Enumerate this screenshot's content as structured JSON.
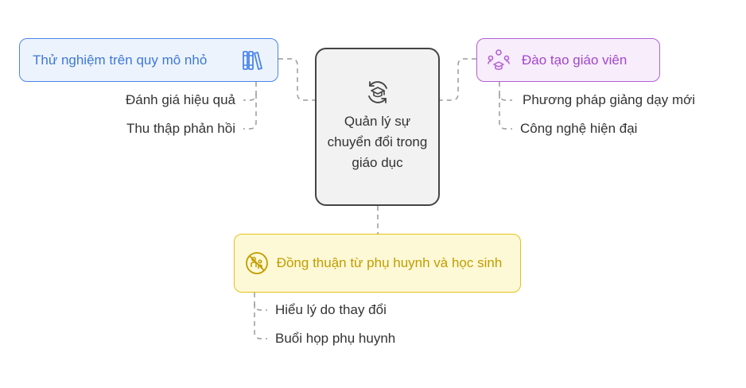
{
  "colors": {
    "connector": "#9a9a9a",
    "center_fill": "#f2f2f2",
    "center_border": "#444444",
    "blue": "#4a86e8",
    "purple": "#b45fd6",
    "yellow": "#e3c21a"
  },
  "center": {
    "title": "Quản lý sự chuyển đổi trong giáo dục",
    "icon": "graduation-cap-cycle-icon"
  },
  "branches": {
    "pilot": {
      "label": "Thử nghiệm trên quy mô nhỏ",
      "icon": "books-icon",
      "color": "#4a86e8",
      "items": [
        "Đánh giá hiệu quả",
        "Thu thập phản hồi"
      ]
    },
    "training": {
      "label": "Đào tạo giáo viên",
      "icon": "teacher-students-icon",
      "color": "#b45fd6",
      "items": [
        "Phương pháp giảng dạy mới",
        "Công nghệ hiện đại"
      ]
    },
    "consensus": {
      "label": "Đồng thuận từ phụ huynh và học sinh",
      "icon": "family-no-conflict-icon",
      "color": "#e3c21a",
      "items": [
        "Hiểu lý do thay đổi",
        "Buổi họp phụ huynh"
      ]
    }
  }
}
